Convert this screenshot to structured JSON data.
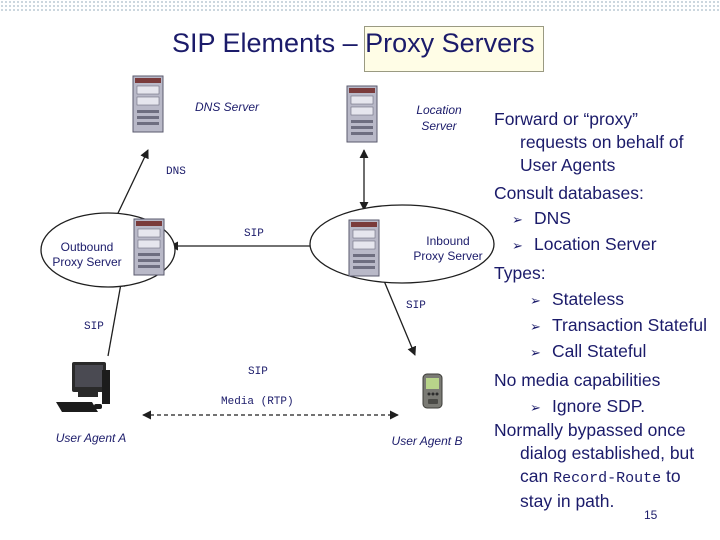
{
  "title": {
    "prefix": "SIP Elements – ",
    "highlight": "Proxy Servers"
  },
  "nodes": {
    "dns_server": "DNS Server",
    "location_server": [
      "Location",
      "Server"
    ],
    "outbound_proxy": [
      "Outbound",
      "Proxy Server"
    ],
    "inbound_proxy": [
      "Inbound",
      "Proxy Server"
    ],
    "user_agent_a": "User Agent A",
    "user_agent_b": "User Agent B"
  },
  "links": {
    "dns": "DNS",
    "sip_proxy_proxy": "SIP",
    "sip_inbound_b": "SIP",
    "sip_outbound_a": "SIP",
    "sip_a_b": "SIP",
    "media": "Media (RTP)"
  },
  "notes": {
    "forward_line1": "Forward or “proxy”",
    "forward_line2": "requests on behalf of",
    "forward_line3": "User Agents",
    "consult": "Consult databases:",
    "consult_items": [
      "DNS",
      "Location Server"
    ],
    "types": "Types:",
    "types_items": [
      "Stateless",
      "Transaction Stateful",
      "Call Stateful"
    ],
    "no_media": "No media capabilities",
    "no_media_items": [
      "Ignore SDP."
    ],
    "bypass_line1": "Normally bypassed once",
    "bypass_line2": "dialog established, but",
    "bypass_line3_pre": "can ",
    "bypass_line3_code": "Record-Route",
    "bypass_line3_post": " to",
    "bypass_line4": "stay in path."
  },
  "page_number": "15",
  "colors": {
    "text": "#1b1b6a",
    "line": "#1f1f1f",
    "highlight_bg": "#fffde6"
  }
}
